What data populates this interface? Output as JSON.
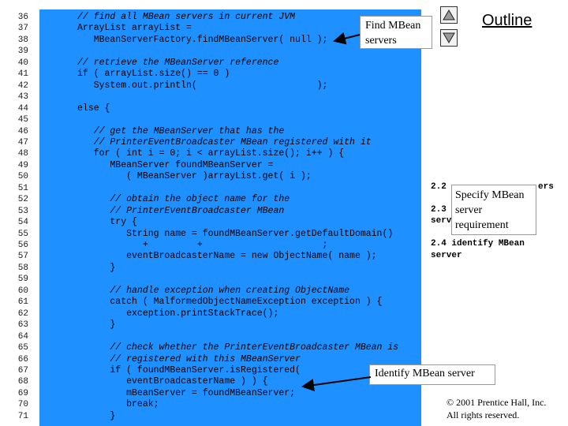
{
  "nav": {
    "outline_label": "Outline"
  },
  "code": {
    "line_numbers": [
      "36",
      "37",
      "38",
      "39",
      "40",
      "41",
      "42",
      "43",
      "44",
      "45",
      "46",
      "47",
      "48",
      "49",
      "50",
      "51",
      "52",
      "53",
      "54",
      "55",
      "56",
      "57",
      "58",
      "59",
      "60",
      "61",
      "62",
      "63",
      "64",
      "65",
      "66",
      "67",
      "68",
      "69",
      "70",
      "71"
    ],
    "lines": [
      "// find all MBean servers in current JVM",
      "ArrayList arrayList =",
      "   MBeanServerFactory.findMBeanServer( null );",
      "",
      "// retrieve the MBeanServer reference",
      "if ( arrayList.size() == 0 )",
      "   System.out.println(                      );",
      "",
      "else {",
      "",
      "   // get the MBeanServer that has the",
      "   // PrinterEventBroadcaster MBean registered with it",
      "   for ( int i = 0; i < arrayList.size(); i++ ) {",
      "      MBeanServer foundMBeanServer =",
      "         ( MBeanServer )arrayList.get( i );",
      "",
      "      // obtain the object name for the",
      "      // PrinterEventBroadcaster MBean",
      "      try {",
      "         String name = foundMBeanServer.getDefaultDomain()",
      "            +         +                      ;",
      "         eventBroadcasterName = new ObjectName( name );",
      "      }",
      "",
      "      // handle exception when creating ObjectName",
      "      catch ( MalformedObjectNameException exception ) {",
      "         exception.printStackTrace();",
      "      }",
      "",
      "      // check whether the PrinterEventBroadcaster MBean is",
      "      // registered with this MBeanServer",
      "      if ( foundMBeanServer.isRegistered(",
      "         eventBroadcasterName ) ) {",
      "         mBeanServer = foundMBeanServer;",
      "         break;",
      "      }"
    ]
  },
  "callouts": {
    "find": "Find MBean servers",
    "specify": "Specify MBean server requirement",
    "identify": "Identify MBean server"
  },
  "sidebar": {
    "item_22": "2.2",
    "item_22_tail": "ers",
    "item_23": "2.3",
    "item_23_tail": "serv",
    "item_24_line1": "2.4 identify MBean",
    "item_24_line2": "server"
  },
  "footer": {
    "copyright_line1": "© 2001 Prentice Hall, Inc.",
    "copyright_line2": "All rights reserved."
  }
}
